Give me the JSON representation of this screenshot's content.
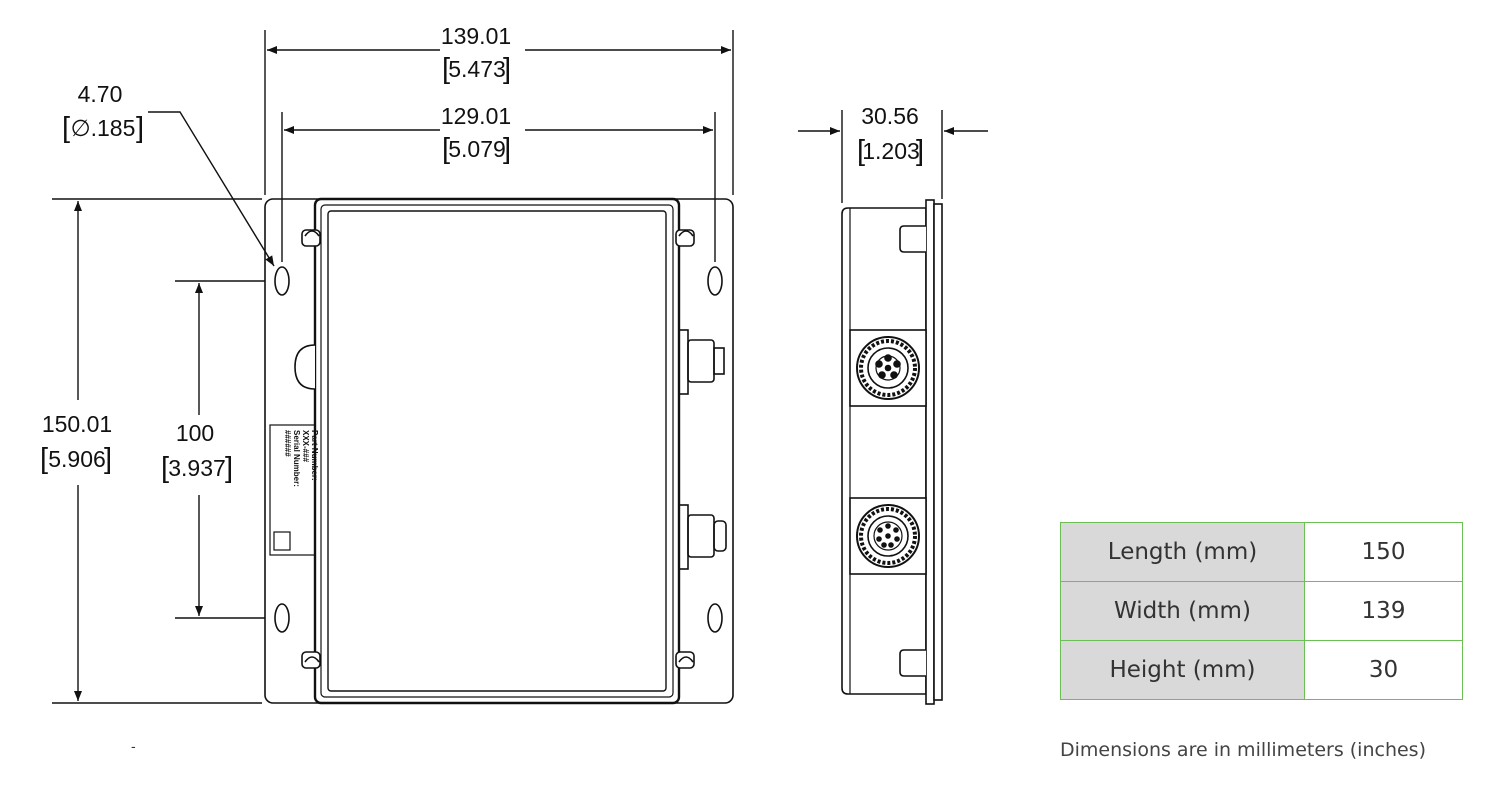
{
  "dimensions": {
    "overall_width": {
      "mm": "139.01",
      "inch": "5.473"
    },
    "hole_spacing_width": {
      "mm": "129.01",
      "inch": "5.079"
    },
    "hole_diameter": {
      "mm": "4.70",
      "inch": "∅.185"
    },
    "overall_height": {
      "mm": "150.01",
      "inch": "5.906"
    },
    "hole_spacing_height": {
      "mm": "100",
      "inch": "3.937"
    },
    "depth": {
      "mm": "30.56",
      "inch": "1.203"
    }
  },
  "device_label": {
    "line1": "Part Number:",
    "line2": "XXX-###",
    "line3": "Serial Number:",
    "line4": "######"
  },
  "spec_table": {
    "rows": [
      {
        "label": "Length (mm)",
        "value": "150"
      },
      {
        "label": "Width (mm)",
        "value": "139"
      },
      {
        "label": "Height (mm)",
        "value": "30"
      }
    ]
  },
  "footnote": "Dimensions are in millimeters (inches)",
  "stray_mark": "-",
  "colors": {
    "table_border": "#6cbf55",
    "table_label_bg": "#d9d9d9",
    "line": "#111111"
  }
}
